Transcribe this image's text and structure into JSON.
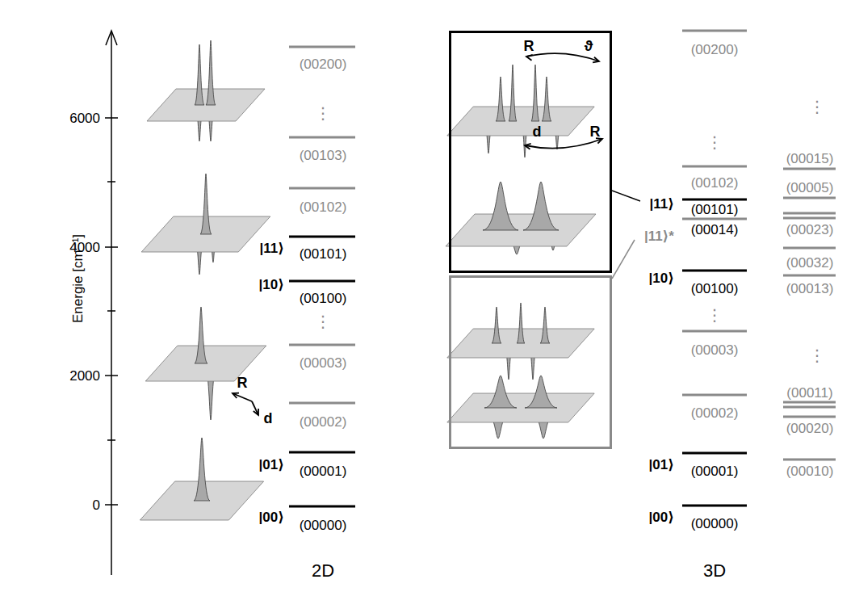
{
  "diagram": {
    "nodes": [
      {
        "text": [
          "R",
          "ϑ",
          "d",
          "R"
        ]
      }
    ],
    "labels": [
      "Energie [cm⁻¹]",
      "0",
      "2000",
      "4000",
      "6000",
      "(00200)",
      "⋮",
      "(00103)",
      "(00102)",
      "|11⟩",
      "(00101)",
      "|10⟩",
      "(00100)",
      "⋮",
      "(00003)",
      "(00002)",
      "|01⟩",
      "(00001)",
      "|00⟩",
      "(00000)",
      "R",
      "d",
      "2D",
      "(00200)",
      "⋮",
      "(00102)",
      "|11⟩",
      "(00101)",
      "(00014)",
      "|11⟩*",
      "|10⟩",
      "(00100)",
      "⋮",
      "(00003)",
      "(00002)",
      "|01⟩",
      "(00001)",
      "|00⟩",
      "(00000)",
      "3D",
      "⋮",
      "(00015)",
      "(00005)",
      "(00023)",
      "(00032)",
      "(00013)",
      "⋮",
      "(00011)",
      "(00020)",
      "(00010)"
    ]
  }
}
